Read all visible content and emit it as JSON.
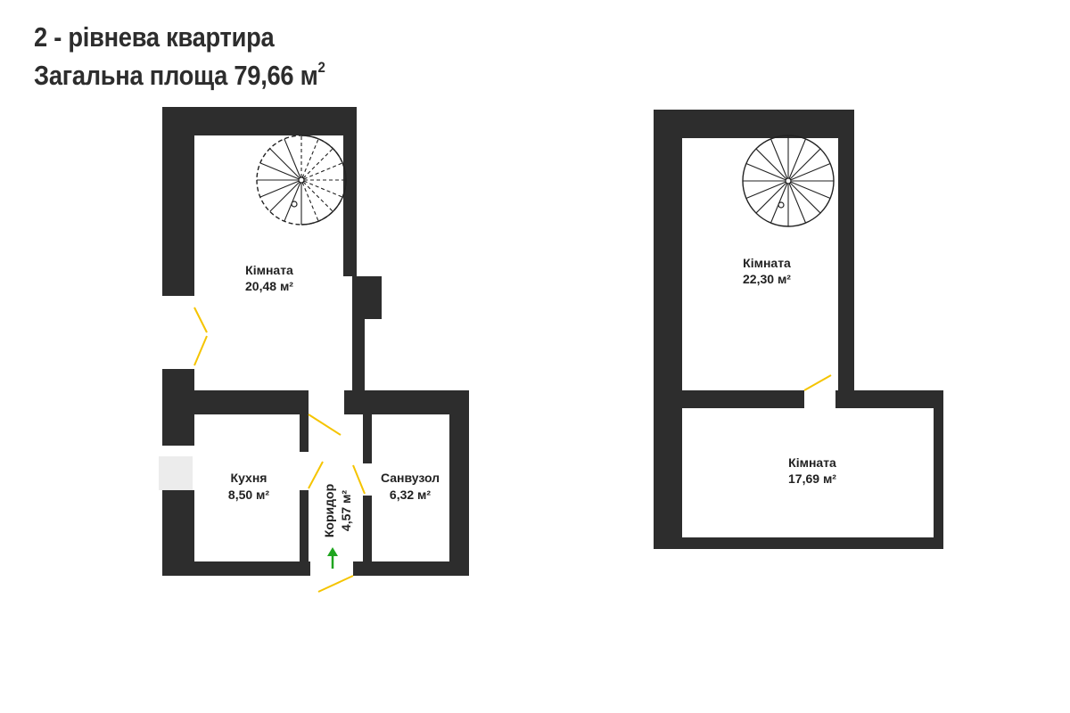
{
  "header": {
    "line1": "2 - рівнева квартира",
    "line2_text": "Загальна площа 79,66 м",
    "line2_superscript": "2"
  },
  "colors": {
    "wall": "#2d2d2d",
    "door": "#f5c400",
    "entrance_arrow": "#1fa51f",
    "window": "#ececec",
    "text": "#222222"
  },
  "level1": {
    "rooms": [
      {
        "name": "Кімната",
        "area": "20,48 м²"
      },
      {
        "name": "Кухня",
        "area": "8,50 м²"
      },
      {
        "name": "Коридор",
        "area": "4,57 м²"
      },
      {
        "name": "Санвузол",
        "area": "6,32 м²"
      }
    ],
    "entrance_icon": "arrow-up-icon"
  },
  "level2": {
    "rooms": [
      {
        "name": "Кімната",
        "area": "22,30 м²"
      },
      {
        "name": "Кімната",
        "area": "17,69 м²"
      }
    ]
  }
}
